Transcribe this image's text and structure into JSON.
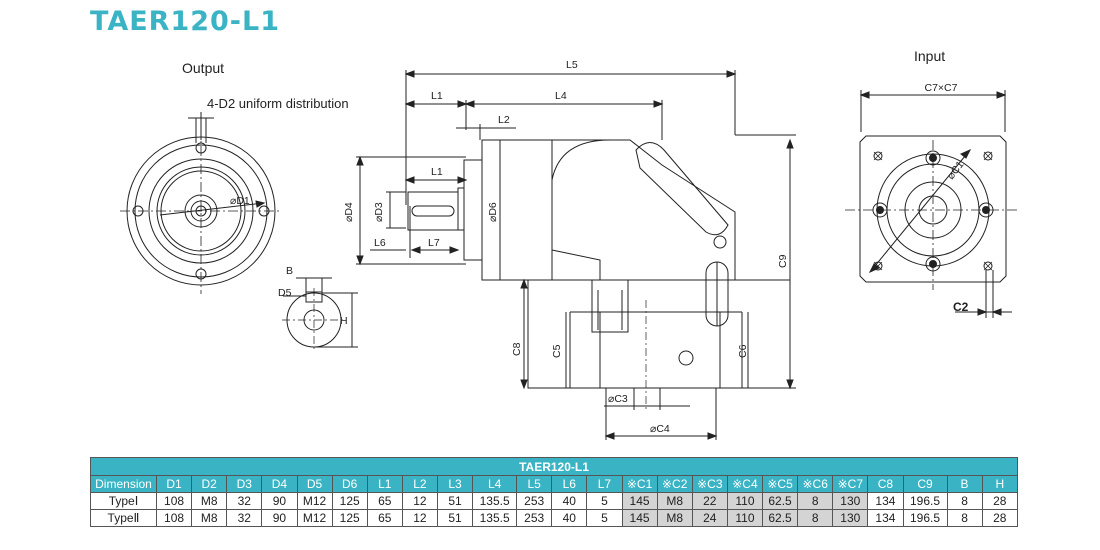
{
  "title": "TAER120-L1",
  "labels": {
    "output": "Output",
    "input": "Input",
    "mount_note": "4-D2 uniform distribution",
    "L5": "L5",
    "L1": "L1",
    "L4": "L4",
    "L2": "L2",
    "L6": "L6",
    "L7": "L7",
    "D1": "⌀D1",
    "D3": "⌀D3",
    "D4": "⌀D4",
    "D6": "⌀D6",
    "D5": "D5",
    "B": "B",
    "H": "H",
    "C1": "⌀C1",
    "C2": "C2",
    "C3": "⌀C3",
    "C4": "⌀C4",
    "C5": "C5",
    "C6": "C6",
    "C7xC7": "C7×C7",
    "C8": "C8",
    "C9": "C9"
  },
  "table": {
    "title": "TAER120-L1",
    "headers": [
      "Dimension",
      "D1",
      "D2",
      "D3",
      "D4",
      "D5",
      "D6",
      "L1",
      "L2",
      "L3",
      "L4",
      "L5",
      "L6",
      "L7",
      "※C1",
      "※C2",
      "※C3",
      "※C4",
      "※C5",
      "※C6",
      "※C7",
      "C8",
      "C9",
      "B",
      "H"
    ],
    "rows": [
      [
        "TypeⅠ",
        "108",
        "M8",
        "32",
        "90",
        "M12",
        "125",
        "65",
        "12",
        "51",
        "135.5",
        "253",
        "40",
        "5",
        "145",
        "M8",
        "22",
        "110",
        "62.5",
        "8",
        "130",
        "134",
        "196.5",
        "8",
        "28"
      ],
      [
        "TypeⅡ",
        "108",
        "M8",
        "32",
        "90",
        "M12",
        "125",
        "65",
        "12",
        "51",
        "135.5",
        "253",
        "40",
        "5",
        "145",
        "M8",
        "24",
        "110",
        "62.5",
        "8",
        "130",
        "134",
        "196.5",
        "8",
        "28"
      ]
    ],
    "shaded_columns": [
      14,
      15,
      16,
      17,
      18,
      19,
      20
    ]
  },
  "colors": {
    "accent": "#3ab4c4",
    "shade": "#d4d4d4"
  }
}
